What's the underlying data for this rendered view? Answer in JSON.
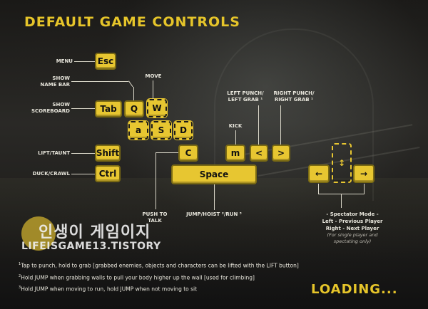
{
  "title": "Default Game Controls",
  "keys": {
    "esc": "Esc",
    "tab": "Tab",
    "q": "Q",
    "w": "W",
    "a": "a",
    "s": "S",
    "d": "D",
    "shift": "Shift",
    "ctrl": "Ctrl",
    "c": "C",
    "space": "Space",
    "m": "m",
    "lt": "<",
    "gt": ">",
    "left_arrow": "←",
    "up_down": "↕",
    "right_arrow": "→"
  },
  "labels": {
    "menu": "Menu",
    "show_name_bar": "Show\nName Bar",
    "move": "Move",
    "show_scoreboard": "Show\nScoreboard",
    "lift_taunt": "Lift/Taunt",
    "duck_crawl": "Duck/Crawl",
    "push_to_talk": "Push to\nTalk",
    "jump": "Jump/Hoist ²/Run ³",
    "kick": "Kick",
    "left_punch": "Left Punch/\nLeft Grab ¹",
    "right_punch": "Right Punch/\nRight Grab ¹"
  },
  "spectator": {
    "line1": "- Spectator Mode -",
    "line2": "Left - Previous Player",
    "line3": "Right - Next Player",
    "note": "(For single player and\nspectating only)"
  },
  "footnotes": [
    "Tap to punch, hold to grab [grabbed enemies, objects and characters can be lifted with the LIFT button]",
    "Hold JUMP when grabbing walls to pull your body higher up the wall [used for climbing]",
    "Hold JUMP when moving to run, hold JUMP when not moving to sit"
  ],
  "footnote_marks": [
    "1",
    "2",
    "3"
  ],
  "loading": "Loading...",
  "watermark": {
    "korean": "인생이 게임이지",
    "english": "LIFEISGAME13.TISTORY"
  },
  "colors": {
    "accent": "#e6c52a",
    "key": "#e7c631",
    "text": "#e8e6dc"
  }
}
